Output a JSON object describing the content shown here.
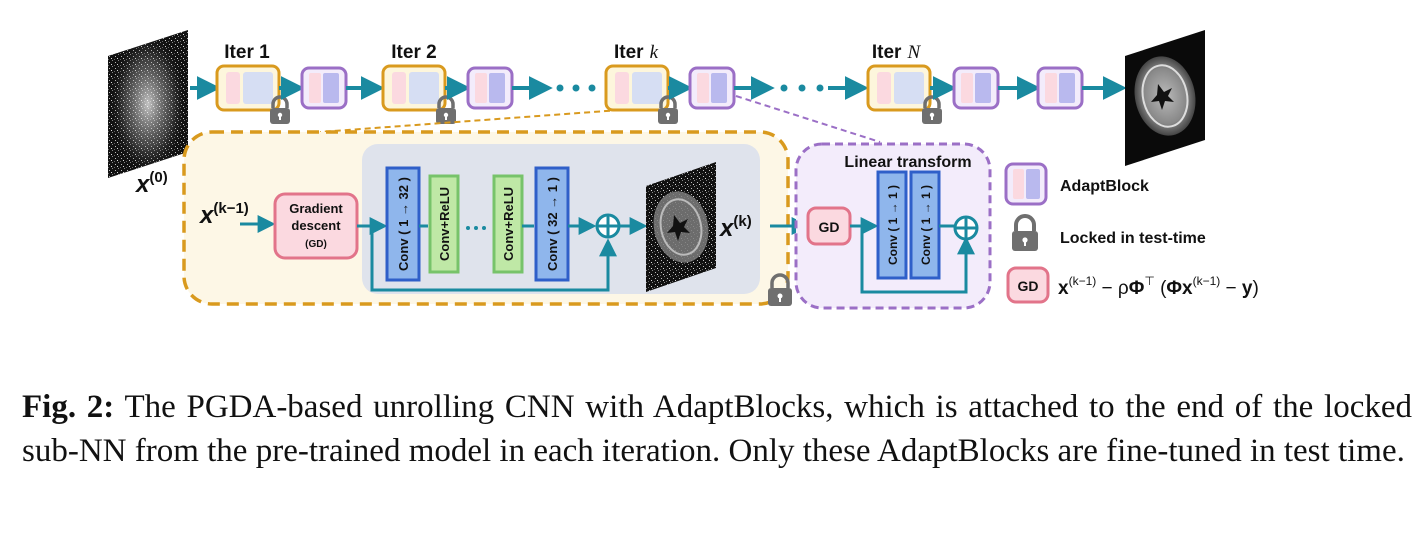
{
  "pipeline": {
    "iter_labels": [
      "Iter 1",
      "Iter 2",
      "Iter",
      "Iter"
    ],
    "iter_vars": [
      "",
      "",
      "k",
      "N"
    ],
    "input_label": "x",
    "input_sup": "(0)"
  },
  "detail": {
    "input_label": "x",
    "input_sup": "(k−1)",
    "gd_block": [
      "Gradient",
      "descent",
      "(GD)"
    ],
    "conv_in": "Conv ( 1 → 32 )",
    "conv_relu_1": "Conv+ReLU",
    "conv_relu_2": "Conv+ReLU",
    "conv_out": "Conv ( 32 → 1 )",
    "output_label": "x",
    "output_sup": "(k)"
  },
  "adapt": {
    "title": "Linear transform",
    "gd": "GD",
    "conv_a": "Conv ( 1 → 1 )",
    "conv_b": "Conv ( 1 → 1 )"
  },
  "legend": {
    "adaptblock": "AdaptBlock",
    "locked": "Locked in test-time",
    "gd_badge": "GD",
    "gd_formula": "x(k−1) − ρΦ⊤ (Φx(k−1) − y)"
  },
  "caption": {
    "label": "Fig. 2:",
    "text": "The PGDA-based unrolling CNN with AdaptBlocks, which is attached to the end of the locked sub-NN from the pre-trained model in each iteration. Only these AdaptBlocks are fine-tuned in test time."
  },
  "colors": {
    "arrow": "#1a8aa0",
    "iter_border": "#d99a1e",
    "iter_fill": "#fdf6dc",
    "adapt_border": "#9b6fc6",
    "adapt_fill": "#f3ecfb",
    "gd_border": "#e2748a",
    "gd_fill": "#fbd9e0",
    "conv_blue_border": "#2f5fc9",
    "conv_blue_fill": "#8fb6ec",
    "conv_green_border": "#77c36a",
    "conv_green_fill": "#bfe8a6",
    "gray_panel": "#dfe3ec",
    "lock": "#6f6f6f"
  }
}
